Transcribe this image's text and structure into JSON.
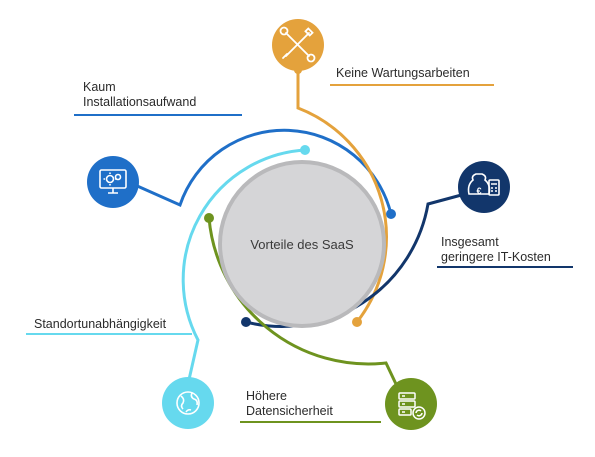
{
  "center": {
    "text": "Vorteile des SaaS"
  },
  "benefits": [
    {
      "id": "wartung",
      "lines": [
        "Keine Wartungsarbeiten"
      ],
      "color": "#E4A23C",
      "icon": "tools-icon"
    },
    {
      "id": "installation",
      "lines": [
        "Kaum",
        "Installationsaufwand"
      ],
      "color": "#1F6FC8",
      "icon": "monitor-gears-icon"
    },
    {
      "id": "kosten",
      "lines": [
        "Insgesamt",
        "geringere IT-Kosten"
      ],
      "color": "#12366B",
      "icon": "money-calculator-icon"
    },
    {
      "id": "standort",
      "lines": [
        "Standortunabhängigkeit"
      ],
      "color": "#66D9EE",
      "icon": "globe-icon"
    },
    {
      "id": "sicherheit",
      "lines": [
        "Höhere",
        "Datensicherheit"
      ],
      "color": "#6E931F",
      "icon": "server-shield-icon"
    }
  ]
}
